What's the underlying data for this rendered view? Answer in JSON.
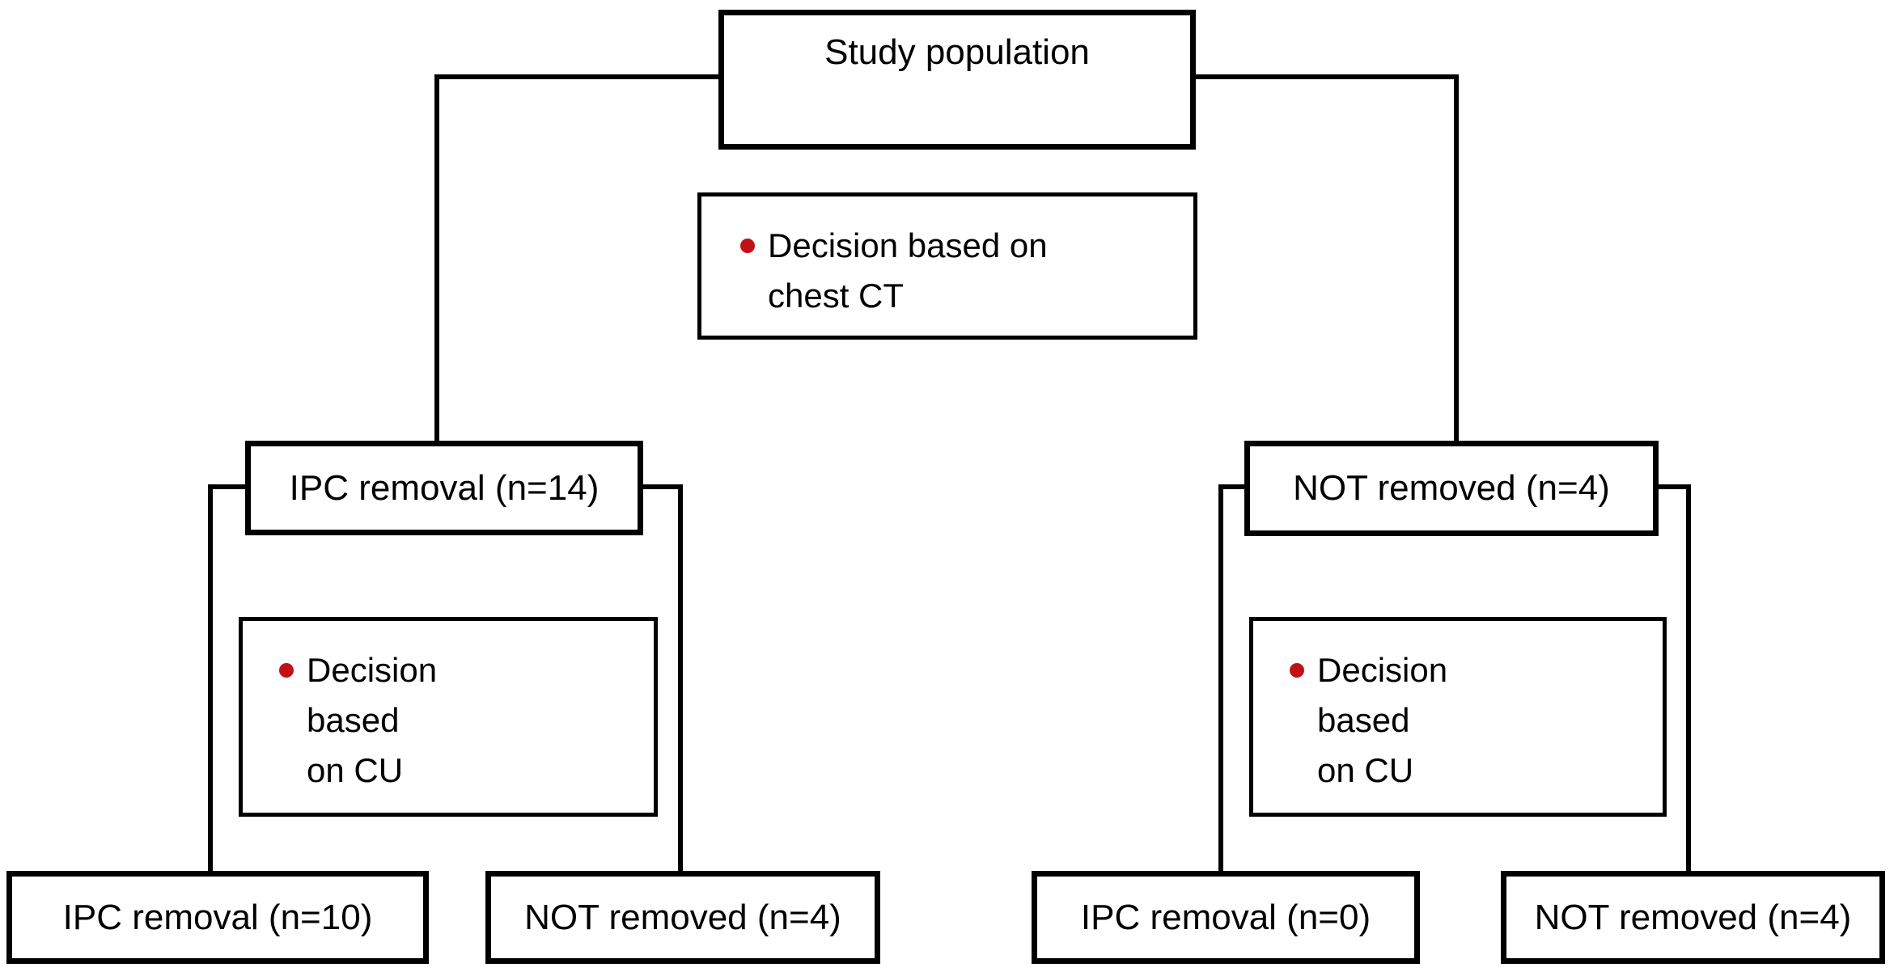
{
  "colors": {
    "background": "#ffffff",
    "line": "#000000",
    "text": "#000000",
    "bullet": "#c11117"
  },
  "flowchart": {
    "root": {
      "label": "Study population"
    },
    "ct_note": {
      "lines": [
        "Decision based on",
        "chest CT"
      ]
    },
    "branches": {
      "left": {
        "label": "IPC removal (n=14)"
      },
      "right": {
        "label": "NOT removed (n=4)"
      }
    },
    "cu_note_left": {
      "lines": [
        "Decision",
        "based",
        "on CU"
      ]
    },
    "cu_note_right": {
      "lines": [
        "Decision",
        "based",
        "on CU"
      ]
    },
    "leaves": {
      "left_removed": {
        "label": "IPC removal (n=10)"
      },
      "left_not_removed": {
        "label": "NOT removed (n=4)"
      },
      "right_removed": {
        "label": "IPC removal (n=0)"
      },
      "right_not_removed": {
        "label": "NOT removed (n=4)"
      }
    }
  }
}
